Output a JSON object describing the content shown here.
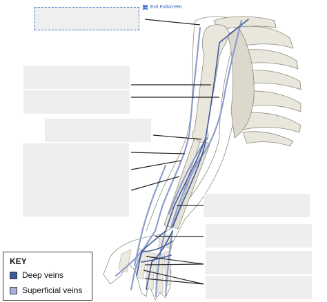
{
  "toolbar": {
    "fullscreen_label": "Exit Fullscreen",
    "fullscreen_icon": "collapse-arrows-icon"
  },
  "key": {
    "title": "KEY",
    "items": [
      {
        "label": "Deep veins",
        "color": "#3e5a9a"
      },
      {
        "label": "Superficial veins",
        "color": "#a7b0d8"
      }
    ]
  },
  "colors": {
    "bone": "#e9e6dc",
    "bone_outline": "#8a8a80",
    "vein_deep": "#3e5a9a",
    "vein_superficial": "#8e9ccd",
    "label_box": "#eeeeee",
    "leader_line": "#222222",
    "accent": "#2f62c3"
  }
}
